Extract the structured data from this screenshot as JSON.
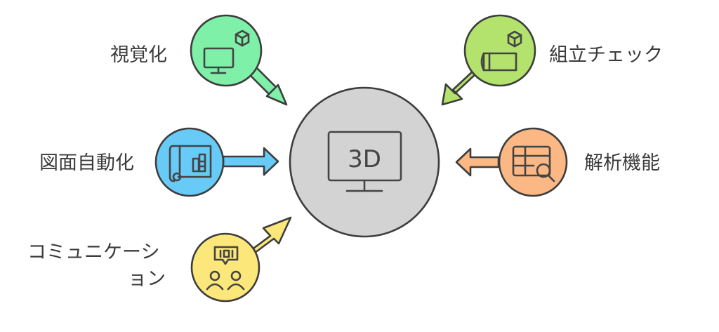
{
  "center": {
    "icon": "monitor-3d-icon",
    "text": "3D",
    "fill": "#d3d3d3"
  },
  "nodes": {
    "visualization": {
      "label": "視覚化",
      "icon": "monitor-cube-icon",
      "color": "#7ef0a8"
    },
    "assembly_check": {
      "label": "組立チェック",
      "icon": "cube-blueprint-icon",
      "color": "#b3e36c"
    },
    "drawing_automation": {
      "label": "図面自動化",
      "icon": "blueprint-roll-icon",
      "color": "#67caf7"
    },
    "analysis": {
      "label": "解析機能",
      "icon": "table-search-icon",
      "color": "#fbb784"
    },
    "communication": {
      "label_line1": "コミュニケーシ",
      "label_line2": "ョン",
      "icon": "people-chat-icon",
      "color": "#fbe77a"
    }
  }
}
